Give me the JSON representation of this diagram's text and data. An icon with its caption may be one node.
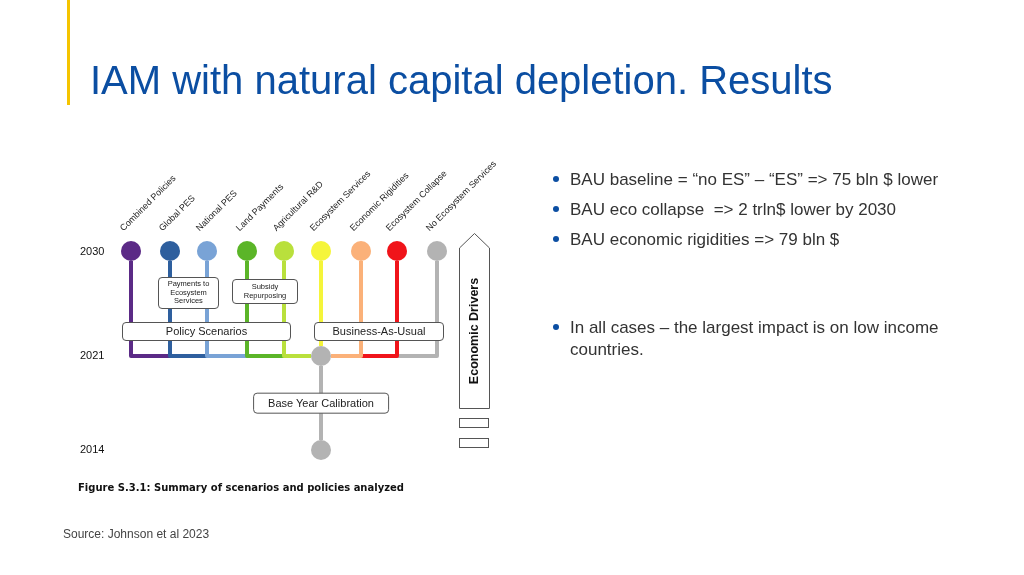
{
  "diagram": {
    "title": "IAM with natural capital depletion. Results",
    "caption": "Figure S.3.1: Summary of scenarios and policies analyzed",
    "nodes": [
      {
        "text": [],
        "shape": "circle"
      },
      {
        "text": [],
        "shape": "circle"
      },
      {
        "text": [],
        "shape": "circle"
      },
      {
        "text": [],
        "shape": "circle"
      },
      {
        "text": [],
        "shape": "circle"
      },
      {
        "text": [],
        "shape": "circle"
      },
      {
        "text": [],
        "shape": "circle"
      },
      {
        "text": [],
        "shape": "circle"
      },
      {
        "text": [],
        "shape": "circle"
      },
      {
        "text": [],
        "shape": "circle"
      },
      {
        "text": [],
        "shape": "circle"
      },
      {
        "text": [
          "Economic Drivers"
        ]
      },
      {
        "text": [],
        "shape": "box"
      },
      {
        "text": [],
        "shape": "box"
      }
    ],
    "edges": [
      {
        "from": 10,
        "to": 9,
        "label": "Base Year Calibration",
        "arrow": "none",
        "color": "#b3b3b3"
      },
      {
        "from": 9,
        "to": 0,
        "arrow": "none",
        "color": "#5b2a86"
      },
      {
        "from": 9,
        "to": 1,
        "arrow": "none",
        "color": "#2e5f9e"
      },
      {
        "from": 9,
        "to": 2,
        "arrow": "none",
        "color": "#79a3d6"
      },
      {
        "from": 9,
        "to": 3,
        "arrow": "none",
        "color": "#5bb528"
      },
      {
        "from": 9,
        "to": 4,
        "arrow": "none",
        "color": "#b9e03c"
      },
      {
        "from": 9,
        "to": 5,
        "arrow": "none",
        "color": "#f5f53a"
      },
      {
        "from": 9,
        "to": 6,
        "arrow": "none",
        "color": "#fbb179"
      },
      {
        "from": 9,
        "to": 7,
        "arrow": "none",
        "color": "#f0141a"
      },
      {
        "from": 9,
        "to": 8,
        "arrow": "none",
        "color": "#b3b3b3"
      }
    ],
    "labels": [
      "Combined Policies",
      "Global PES",
      "National PES",
      "Land Payments",
      "Agricultural R&D",
      "Ecosystem Services",
      "Economic Rigidities",
      "Ecosystem Collapse",
      "No Ecosystem Services",
      "2030",
      "2021",
      "2014",
      "Payments to Ecosystem Services",
      "Subsidy Repurposing",
      "Policy Scenarios",
      "Business-As-Usual",
      "BAU baseline = “no ES” – “ES” => 75 bln $ lower",
      "BAU eco collapse  => 2 trln$ lower by 2030",
      "BAU economic rigidities => 79 bln $",
      "In all cases – the largest impact is on low income countries.",
      "Source: Johnson et al 2023"
    ]
  }
}
